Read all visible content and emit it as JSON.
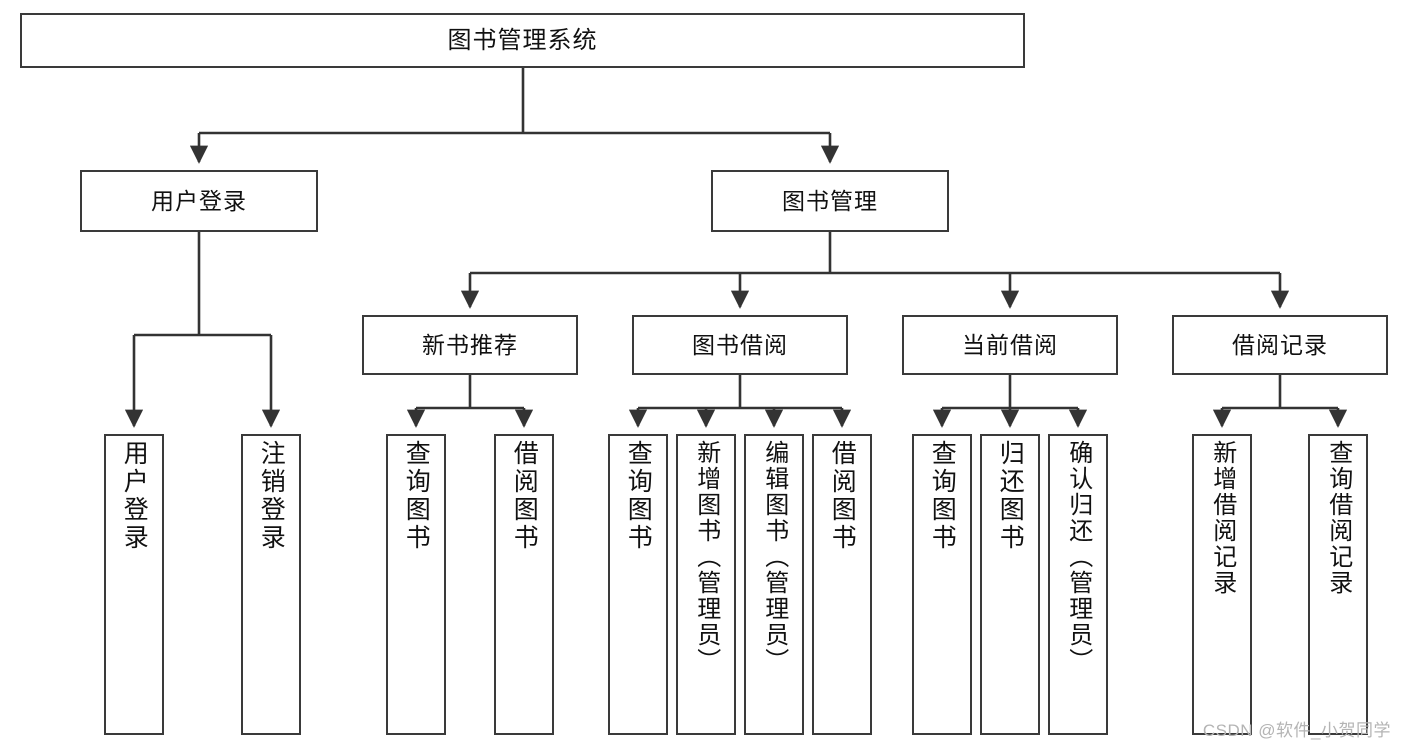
{
  "diagram": {
    "title": "图书管理系统",
    "type": "tree",
    "watermark": "CSDN @软件_小贺同学",
    "colors": {
      "box_border": "#3a3a3a",
      "box_fill": "#ffffff",
      "connector": "#333333",
      "text": "#111111",
      "watermark": "#b4b4b4"
    },
    "root": {
      "label": "图书管理系统"
    },
    "level2": [
      {
        "label": "用户登录"
      },
      {
        "label": "图书管理"
      }
    ],
    "level3": [
      {
        "label": "新书推荐"
      },
      {
        "label": "图书借阅"
      },
      {
        "label": "当前借阅"
      },
      {
        "label": "借阅记录"
      }
    ],
    "leaves": {
      "user_login": [
        {
          "label": "用户登录"
        },
        {
          "label": "注销登录"
        }
      ],
      "new_book": [
        {
          "label": "查询图书"
        },
        {
          "label": "借阅图书"
        }
      ],
      "book_borrow": [
        {
          "label": "查询图书"
        },
        {
          "label": "新增图书（管理员）"
        },
        {
          "label": "编辑图书（管理员）"
        },
        {
          "label": "借阅图书"
        }
      ],
      "current_borrow": [
        {
          "label": "查询图书"
        },
        {
          "label": "归还图书"
        },
        {
          "label": "确认归还（管理员）"
        }
      ],
      "borrow_record": [
        {
          "label": "新增借阅记录"
        },
        {
          "label": "查询借阅记录"
        }
      ]
    }
  }
}
